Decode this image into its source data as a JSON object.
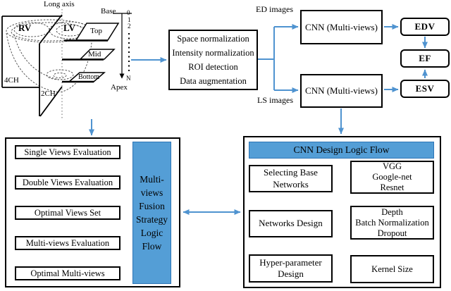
{
  "heart": {
    "long_axis": "Long axis",
    "rv": "RV",
    "lv": "LV",
    "ch4": "4CH",
    "ch2": "2CH",
    "base": "Base",
    "apex": "Apex",
    "slices": [
      "Top",
      "Mid",
      "Bottom"
    ],
    "ticks": [
      "0",
      "1",
      "2",
      "N"
    ]
  },
  "preprocess": {
    "lines": [
      "Space normalization",
      "Intensity normalization",
      "ROI detection",
      "Data augmentation"
    ]
  },
  "labels": {
    "ed_images": "ED images",
    "ls_images": "LS images"
  },
  "cnn": {
    "top": "CNN (Multi-views)",
    "bottom": "CNN (Multi-views)"
  },
  "outputs": {
    "edv": "EDV",
    "ef": "EF",
    "esv": "ESV"
  },
  "left_panel": {
    "steps": [
      "Single Views Evaluation",
      "Double Views Evaluation",
      "Optimal Views Set",
      "Multi-views Evaluation",
      "Optimal Multi-views"
    ],
    "side_lines": [
      "Multi-",
      "views",
      "Fusion",
      "Strategy",
      "Logic",
      "Flow"
    ]
  },
  "right_panel": {
    "header": "CNN Design Logic Flow",
    "rows": [
      {
        "left": [
          "Selecting Base",
          "Networks"
        ],
        "right": [
          "VGG",
          "Google-net",
          "Resnet"
        ]
      },
      {
        "left": [
          "Networks Design"
        ],
        "right": [
          "Depth",
          "Batch Normalization",
          "Dropout"
        ]
      },
      {
        "left": [
          "Hyper-parameter",
          "Design"
        ],
        "right": [
          "Kernel Size"
        ]
      }
    ]
  },
  "colors": {
    "accent_blue": "#549ed6",
    "arrow_blue": "#4f93d0",
    "line_black": "#000000"
  }
}
